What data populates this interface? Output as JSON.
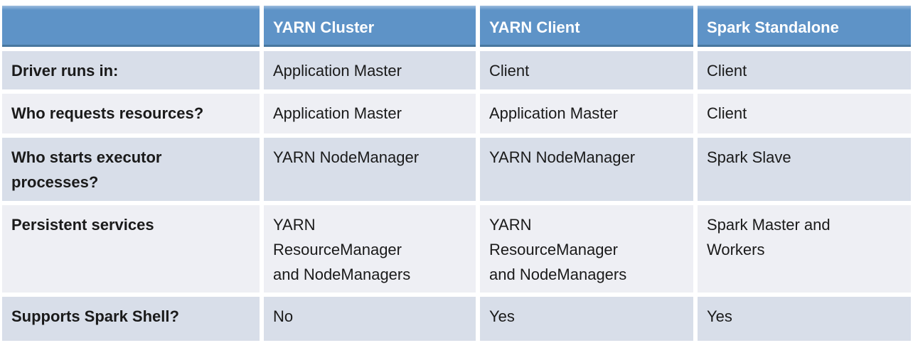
{
  "table": {
    "header": [
      "",
      "YARN Cluster",
      "YARN Client",
      "Spark Standalone"
    ],
    "rows": [
      {
        "label": "Driver runs in:",
        "cells": [
          "Application Master",
          "Client",
          "Client"
        ]
      },
      {
        "label": "Who requests resources?",
        "cells": [
          "Application Master",
          "Application Master",
          "Client"
        ]
      },
      {
        "label": "Who starts executor\nprocesses?",
        "cells": [
          "YARN NodeManager",
          "YARN NodeManager",
          "Spark Slave"
        ]
      },
      {
        "label": "Persistent services",
        "cells": [
          "YARN\nResourceManager\nand NodeManagers",
          "YARN\nResourceManager\nand NodeManagers",
          "Spark Master and\nWorkers"
        ]
      },
      {
        "label": "Supports Spark Shell?",
        "cells": [
          "No",
          "Yes",
          "Yes"
        ]
      }
    ]
  },
  "colors": {
    "header-bg": "#5e93c7",
    "header-hi": "#9dbcdd",
    "header-edge": "#48779f",
    "header-text": "#ffffff",
    "band-dark": "#d8dee9",
    "band-light": "#eeeff4",
    "body-text": "#1a1a1a",
    "grid-line": "#ffffff"
  }
}
